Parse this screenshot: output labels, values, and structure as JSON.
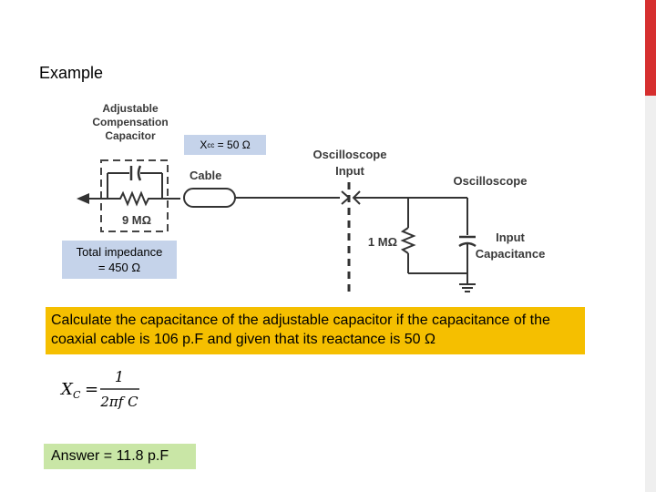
{
  "slide": {
    "heading": "Example",
    "accent_color": "#d62f2f",
    "question_bg": "#f5bf00",
    "answer_bg": "#c9e6a6",
    "info_bg": "#c5d3ea"
  },
  "diagram": {
    "adjustable_label_1": "Adjustable",
    "adjustable_label_2": "Compensation",
    "adjustable_label_3": "Capacitor",
    "resistor_9m": "9 MΩ",
    "cable_label": "Cable",
    "scope_input_1": "Oscilloscope",
    "scope_input_2": "Input",
    "scope_label": "Oscilloscope",
    "resistor_1m": "1 MΩ",
    "input_cap_1": "Input",
    "input_cap_2": "Capacitance"
  },
  "xcc_box": {
    "prefix": "X",
    "sub": "cc",
    "value": " = 50 Ω"
  },
  "total_box": {
    "line1": "Total impedance",
    "line2": "= 450 Ω"
  },
  "question": "Calculate the capacitance of the adjustable capacitor if the capacitance of the coaxial cable is 106 p.F and given that its reactance is 50 Ω",
  "formula": {
    "lhs": "X",
    "lhs_sub": "C",
    "equals": "=",
    "numerator": "1",
    "denominator": "2πf C"
  },
  "answer": "Answer = 11.8 p.F"
}
